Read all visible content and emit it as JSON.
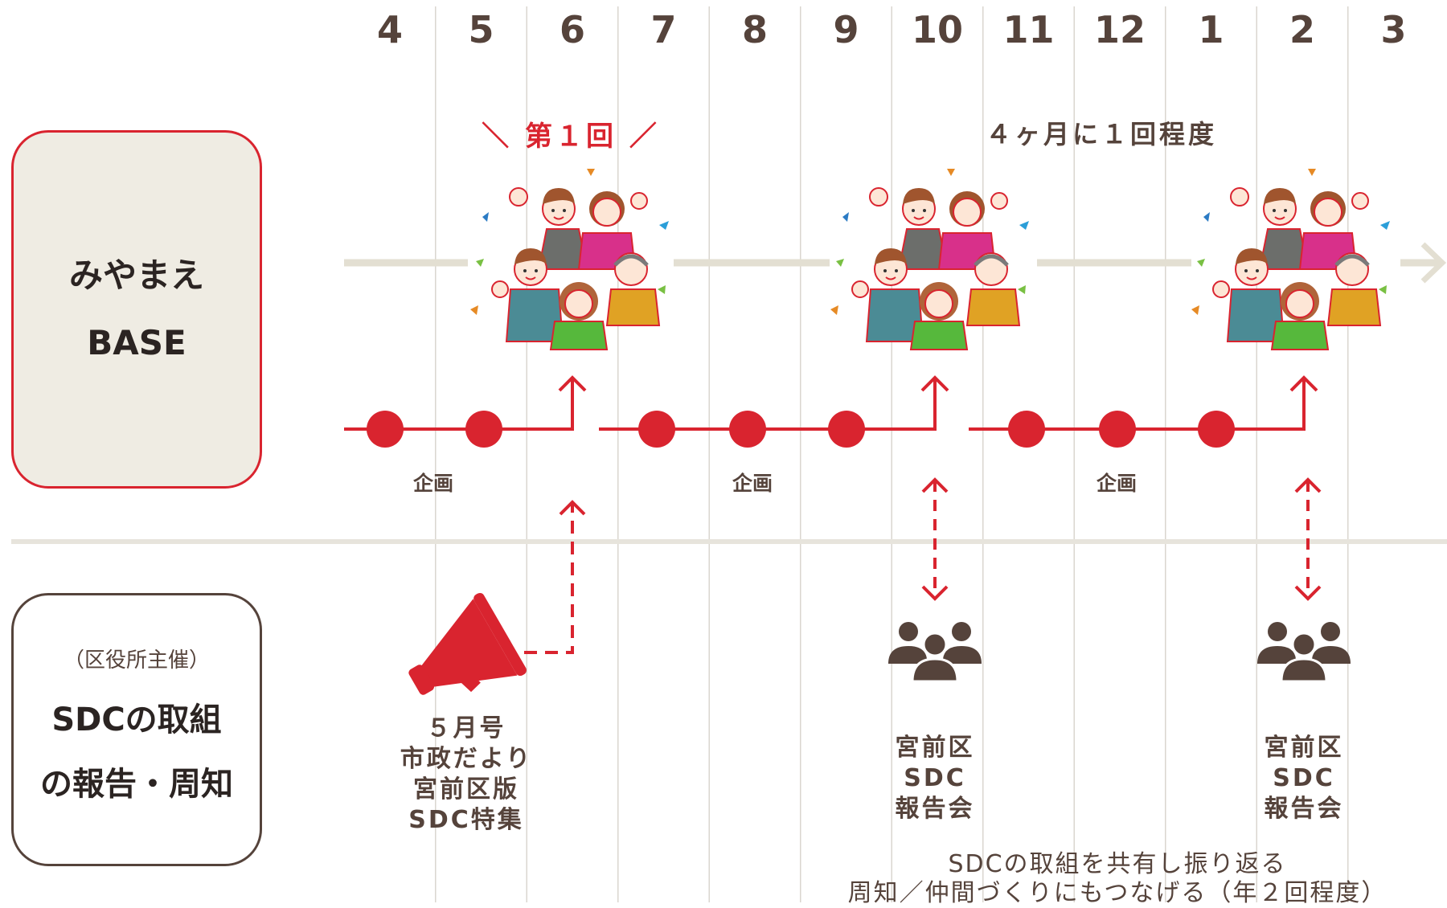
{
  "months": [
    "4",
    "5",
    "6",
    "7",
    "8",
    "9",
    "10",
    "11",
    "12",
    "1",
    "2",
    "3"
  ],
  "top_row": {
    "title_line1": "みやまえ",
    "title_line2": "BASE",
    "first_session_label": "＼ 第１回 ／",
    "frequency_label": "４ヶ月に１回程度",
    "planning_label": "企画"
  },
  "bottom_row": {
    "sub_label": "（区役所主催）",
    "title_line1": "SDCの取組",
    "title_line2": "の報告・周知",
    "newsletter_caption": [
      "５月号",
      "市政だより",
      "宮前区版",
      "SDC特集"
    ],
    "report_caption": [
      "宮前区",
      "SDC",
      "報告会"
    ],
    "footnote_line1": "SDCの取組を共有し振り返る",
    "footnote_line2": "周知／仲間づくりにもつなげる（年２回程度）"
  },
  "colors": {
    "red": "#d9242f",
    "brown": "#55433b",
    "beige": "#efece3",
    "timeline_gray": "#e3dfd2",
    "divider": "#e7e4dc"
  },
  "icons": [
    "people-cheering-icon",
    "megaphone-icon",
    "group-meeting-icon"
  ]
}
